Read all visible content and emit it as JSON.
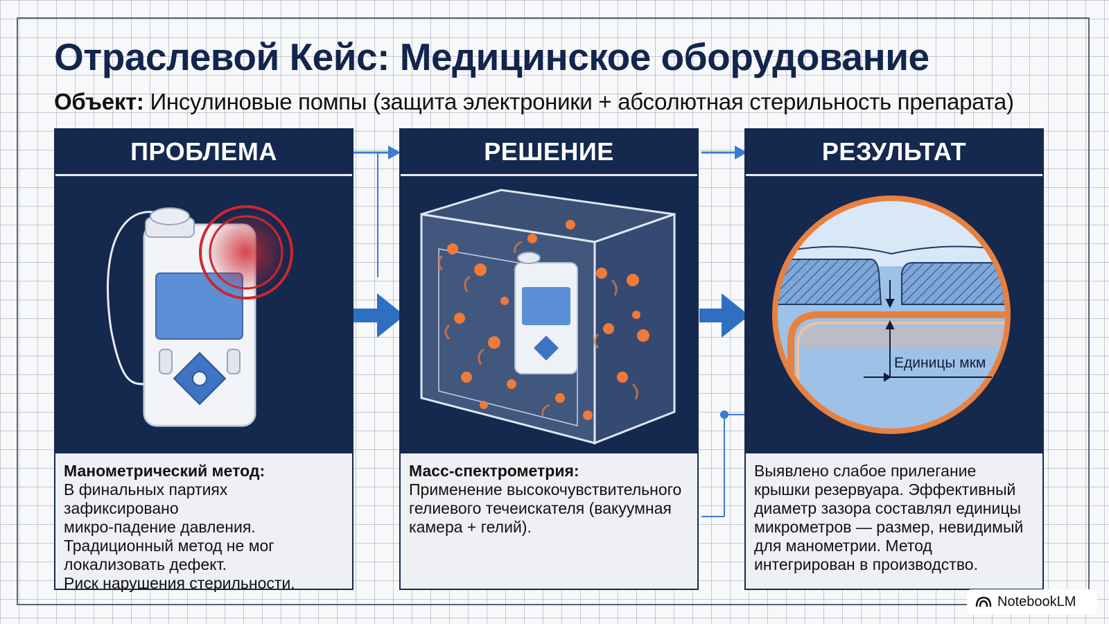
{
  "title": "Отраслевой Кейс: Медицинское оборудование",
  "subtitle": {
    "label": "Объект:",
    "text": " Инсулиновые помпы (защита электроники + абсолютная стерильность препарата)"
  },
  "panels": [
    {
      "header": "ПРОБЛЕМА",
      "text_label": "Манометрический метод:",
      "text_lines": [
        "В финальных партиях зафиксировано",
        "микро-падение давления.",
        "Традиционный метод не мог",
        "локализовать дефект.",
        "Риск нарушения стерильности."
      ]
    },
    {
      "header": "РЕШЕНИЕ",
      "text_label": "Масс-спектрометрия:",
      "text_lines": [
        "Применение высокочувствительного",
        "гелиевого течеискателя (вакуумная",
        "камера + гелий)."
      ]
    },
    {
      "header": "РЕЗУЛЬТАТ",
      "text_label": "",
      "text_lines": [
        "Выявлено слабое прилегание",
        "крышки резервуара. Эффективный",
        "диаметр зазора составлял единицы",
        "микрометров — размер, невидимый",
        "для манометрии. Метод",
        "интегрирован в производство."
      ],
      "callout": "Единицы мкм"
    }
  ],
  "badge": "NotebookLM",
  "colors": {
    "navy": "#15294f",
    "title": "#12254d",
    "accent_blue": "#3b7bd0",
    "alert_red": "#d0262c",
    "helium_orange": "#f07a3a"
  }
}
